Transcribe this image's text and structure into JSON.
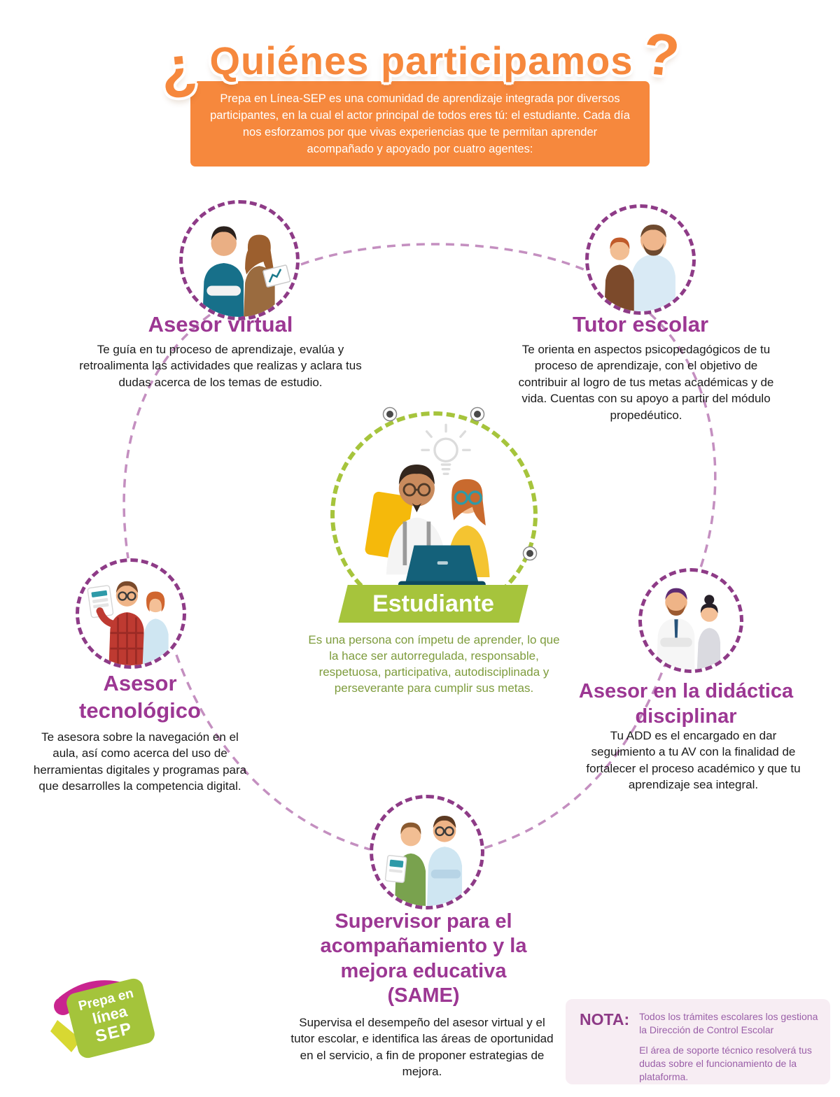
{
  "palette": {
    "orange": "#F6883D",
    "purple": "#9C3793",
    "purple_dashed": "#C48FC0",
    "green": "#A6C43C",
    "green_text": "#7E9C3D",
    "text_dark": "#1A1A1A",
    "nota_bg": "#F7EDF3",
    "nota_text": "#9A5FA8",
    "white": "#FFFFFF"
  },
  "header": {
    "question_open": "¿",
    "title": "Quiénes participamos",
    "question_close": "?",
    "intro": "Prepa en Línea-SEP es una comunidad de aprendizaje integrada por diversos participantes, en la cual el actor principal de todos eres tú: el estudiante. Cada día nos esforzamos por que vivas experiencias que te permitan aprender acompañado y apoyado por cuatro agentes:"
  },
  "student": {
    "title": "Estudiante",
    "description": "Es una persona con ímpetu de aprender, lo que la hace ser autorregulada, responsable, respetuosa, participativa, autodisciplinada y perseverante para cumplir sus metas."
  },
  "agents": [
    {
      "id": "asesor-virtual",
      "title": "Asesor virtual",
      "description": "Te guía en tu proceso de aprendizaje, evalúa y retroalimenta las actividades que realizas y aclara tus dudas acerca de los temas de estudio."
    },
    {
      "id": "tutor-escolar",
      "title": "Tutor escolar",
      "description": "Te orienta en aspectos psicopedagógicos de tu proceso de aprendizaje, con el objetivo de contribuir al logro de tus metas académicas y de vida. Cuentas con su apoyo a partir del módulo propedéutico."
    },
    {
      "id": "asesor-tecnologico",
      "title": "Asesor\ntecnológico",
      "description": "Te asesora sobre la navegación en el aula, así como acerca del uso de herramientas digitales y programas para que desarrolles la competencia digital."
    },
    {
      "id": "asesor-didactica-disciplinar",
      "title": "Asesor en la didáctica\ndisciplinar",
      "description": "Tu ADD es el encargado en dar seguimiento a tu AV con la finalidad de fortalecer el proceso académico y que tu aprendizaje sea integral."
    },
    {
      "id": "same",
      "title": "Supervisor para el\nacompañamiento y la\nmejora educativa\n(SAME)",
      "description": "Supervisa el desempeño del asesor virtual y el tutor escolar, e identifica las áreas de oportunidad en el servicio, a fin de proponer estrategias de mejora."
    }
  ],
  "logo": {
    "line1": "Prepa en",
    "line2": "línea",
    "line3": "SEP"
  },
  "nota": {
    "label": "NOTA:",
    "items": [
      "Todos los trámites escolares los gestiona la Dirección de Control Escolar",
      "El área de soporte técnico resolverá tus dudas sobre el funcionamiento de la plataforma."
    ]
  }
}
